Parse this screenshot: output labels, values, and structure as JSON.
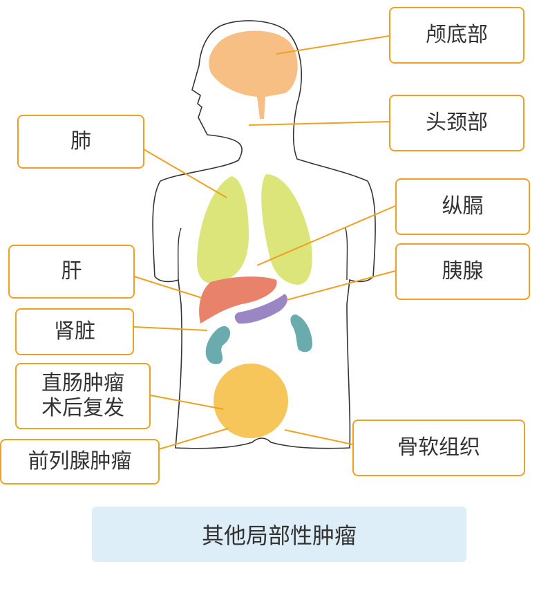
{
  "labels": {
    "cranial": "颅底部",
    "head_neck": "头颈部",
    "lung": "肺",
    "mediastinum": "纵膈",
    "liver": "肝",
    "pancreas": "胰腺",
    "kidney": "肾脏",
    "rectal_line1": "直肠肿瘤",
    "rectal_line2": "术后复发",
    "prostate": "前列腺肿瘤",
    "bone_soft_tissue": "骨软组织"
  },
  "footer": "其他局部性肿瘤",
  "colors": {
    "border": "#f0a020",
    "brain": "#f8bf85",
    "lung": "#dbe57a",
    "liver": "#e8826a",
    "pancreas": "#9b86c4",
    "kidney": "#6aacae",
    "pelvis": "#f6c65a",
    "footer_bg": "#deeef8"
  }
}
